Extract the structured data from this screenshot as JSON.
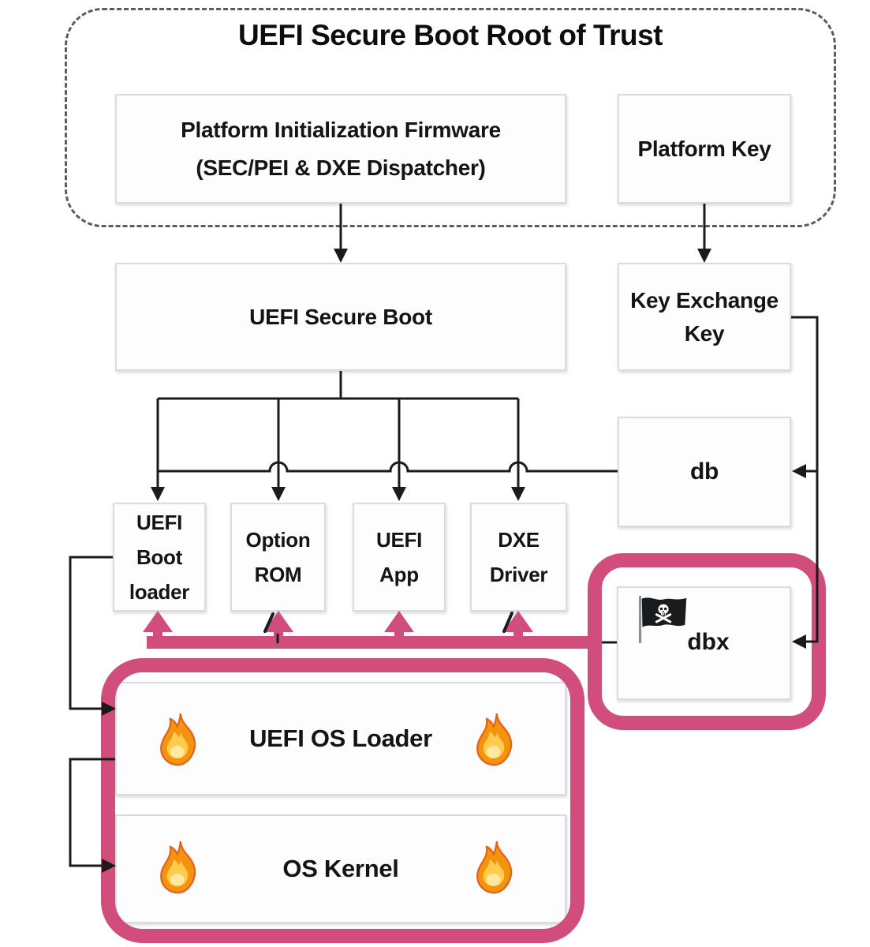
{
  "diagram": {
    "title": "UEFI Secure Boot Root of Trust",
    "nodes": {
      "platform_init": {
        "line1": "Platform Initialization Firmware",
        "line2": "(SEC/PEI & DXE Dispatcher)"
      },
      "platform_key": {
        "label": "Platform Key"
      },
      "uefi_secure_boot": {
        "label": "UEFI Secure Boot"
      },
      "key_exchange_key": {
        "label": "Key Exchange Key"
      },
      "db": {
        "label": "db"
      },
      "dbx": {
        "label": "dbx"
      },
      "uefi_boot_loader": {
        "label": "UEFI Boot loader"
      },
      "option_rom": {
        "label": "Option ROM"
      },
      "uefi_app": {
        "label": "UEFI App"
      },
      "dxe_driver": {
        "label": "DXE Driver"
      },
      "uefi_os_loader": {
        "label": "UEFI OS Loader"
      },
      "os_kernel": {
        "label": "OS Kernel"
      }
    },
    "icons": {
      "dbx_flag": "pirate-flag-icon",
      "compromised_marker": "fire-icon"
    },
    "colors": {
      "highlight_pink": "#d04d7c",
      "line_black": "#1b1b1b",
      "box_border": "#d9dde3",
      "dashed_border": "#5c5c5c"
    }
  }
}
